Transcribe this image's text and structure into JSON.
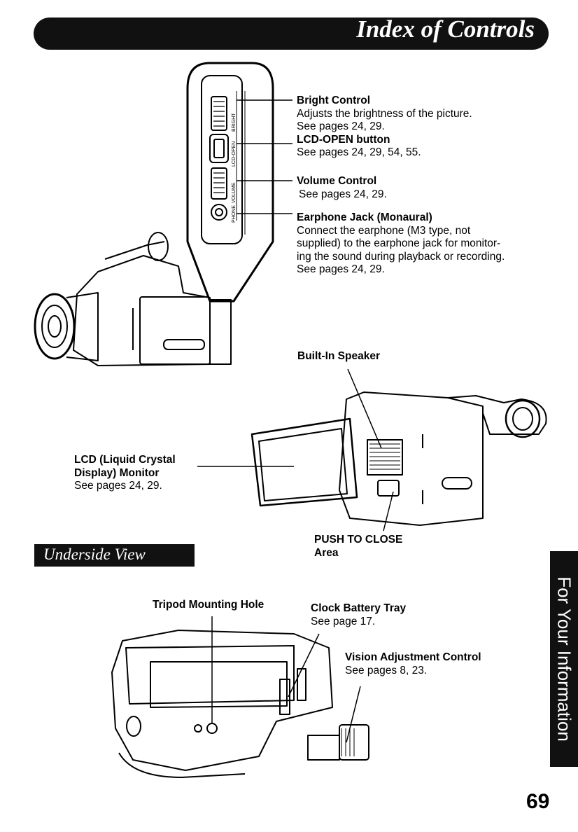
{
  "header": {
    "title": "Index of Controls"
  },
  "panel_callouts": {
    "bright": {
      "title": "Bright Control",
      "line1": "Adjusts the brightness of the picture.",
      "line2": "See pages 24, 29."
    },
    "lcd_open": {
      "title": "LCD-OPEN button",
      "line1": "See pages 24, 29, 54, 55."
    },
    "volume": {
      "title": "Volume Control",
      "line1": "See pages 24, 29."
    },
    "earphone": {
      "title": "Earphone Jack (Monaural)",
      "line1": "Connect the earphone (M3 type, not",
      "line2": "supplied) to the earphone jack for monitor-",
      "line3": "ing the sound during playback or recording.",
      "line4": "See pages 24, 29."
    }
  },
  "panel_labels": {
    "bright": "BRIGHT",
    "lcd_open": "LCD-OPEN",
    "volume": "VOLUME",
    "phone": "PHONE"
  },
  "speaker": {
    "title": "Built-In Speaker"
  },
  "lcd_monitor": {
    "line1": "LCD (Liquid Crystal",
    "line2": "Display) Monitor",
    "line3": "See pages 24, 29."
  },
  "push_close": {
    "line1": "PUSH TO CLOSE",
    "line2": "Area"
  },
  "underside": {
    "title": "Underside View"
  },
  "tripod": {
    "title": "Tripod Mounting Hole"
  },
  "clock_battery": {
    "title": "Clock Battery Tray",
    "line1": "See page 17."
  },
  "vision": {
    "title": "Vision Adjustment Control",
    "line1": "See pages 8, 23."
  },
  "side_tab": {
    "text": "For Your Information"
  },
  "page_number": "69"
}
